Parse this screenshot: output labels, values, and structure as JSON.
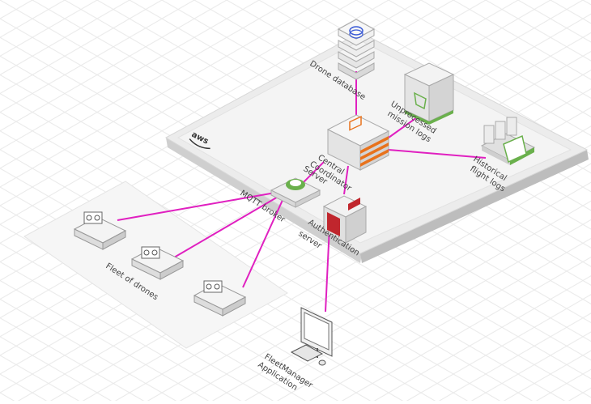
{
  "diagram": {
    "cloud_logo": "aws",
    "labels": {
      "drone_database": "Drone database",
      "unprocessed_logs_1": "Unprocessed",
      "unprocessed_logs_2": "mission logs",
      "historical_logs_1": "Historical",
      "historical_logs_2": "flight logs",
      "coordinator_1": "Central",
      "coordinator_2": "Coordinator",
      "coordinator_3": "Server",
      "mqtt_broker": "MQTT broker",
      "auth_server_1": "Authentication",
      "auth_server_2": "server",
      "fleet": "Fleet of drones",
      "fleet_manager_1": "FleetManager",
      "fleet_manager_2": "Application"
    },
    "icons": [
      "database-icon",
      "bucket-icon",
      "server-stack-icon",
      "router-icon",
      "auth-server-icon",
      "drone-icon",
      "monitor-icon",
      "keyboard-icon",
      "mouse-icon",
      "flight-logs-storage-icon",
      "chip-icon"
    ]
  },
  "colors": {
    "connector": "#e020c0",
    "platform_top": "#ebebeb",
    "platform_side": "#c9c9c9",
    "grid": "#e6e6e6",
    "accent_orange": "#e8721c",
    "accent_green": "#6ab04c",
    "accent_blue": "#3b5bd6",
    "accent_red": "#c0262d"
  }
}
